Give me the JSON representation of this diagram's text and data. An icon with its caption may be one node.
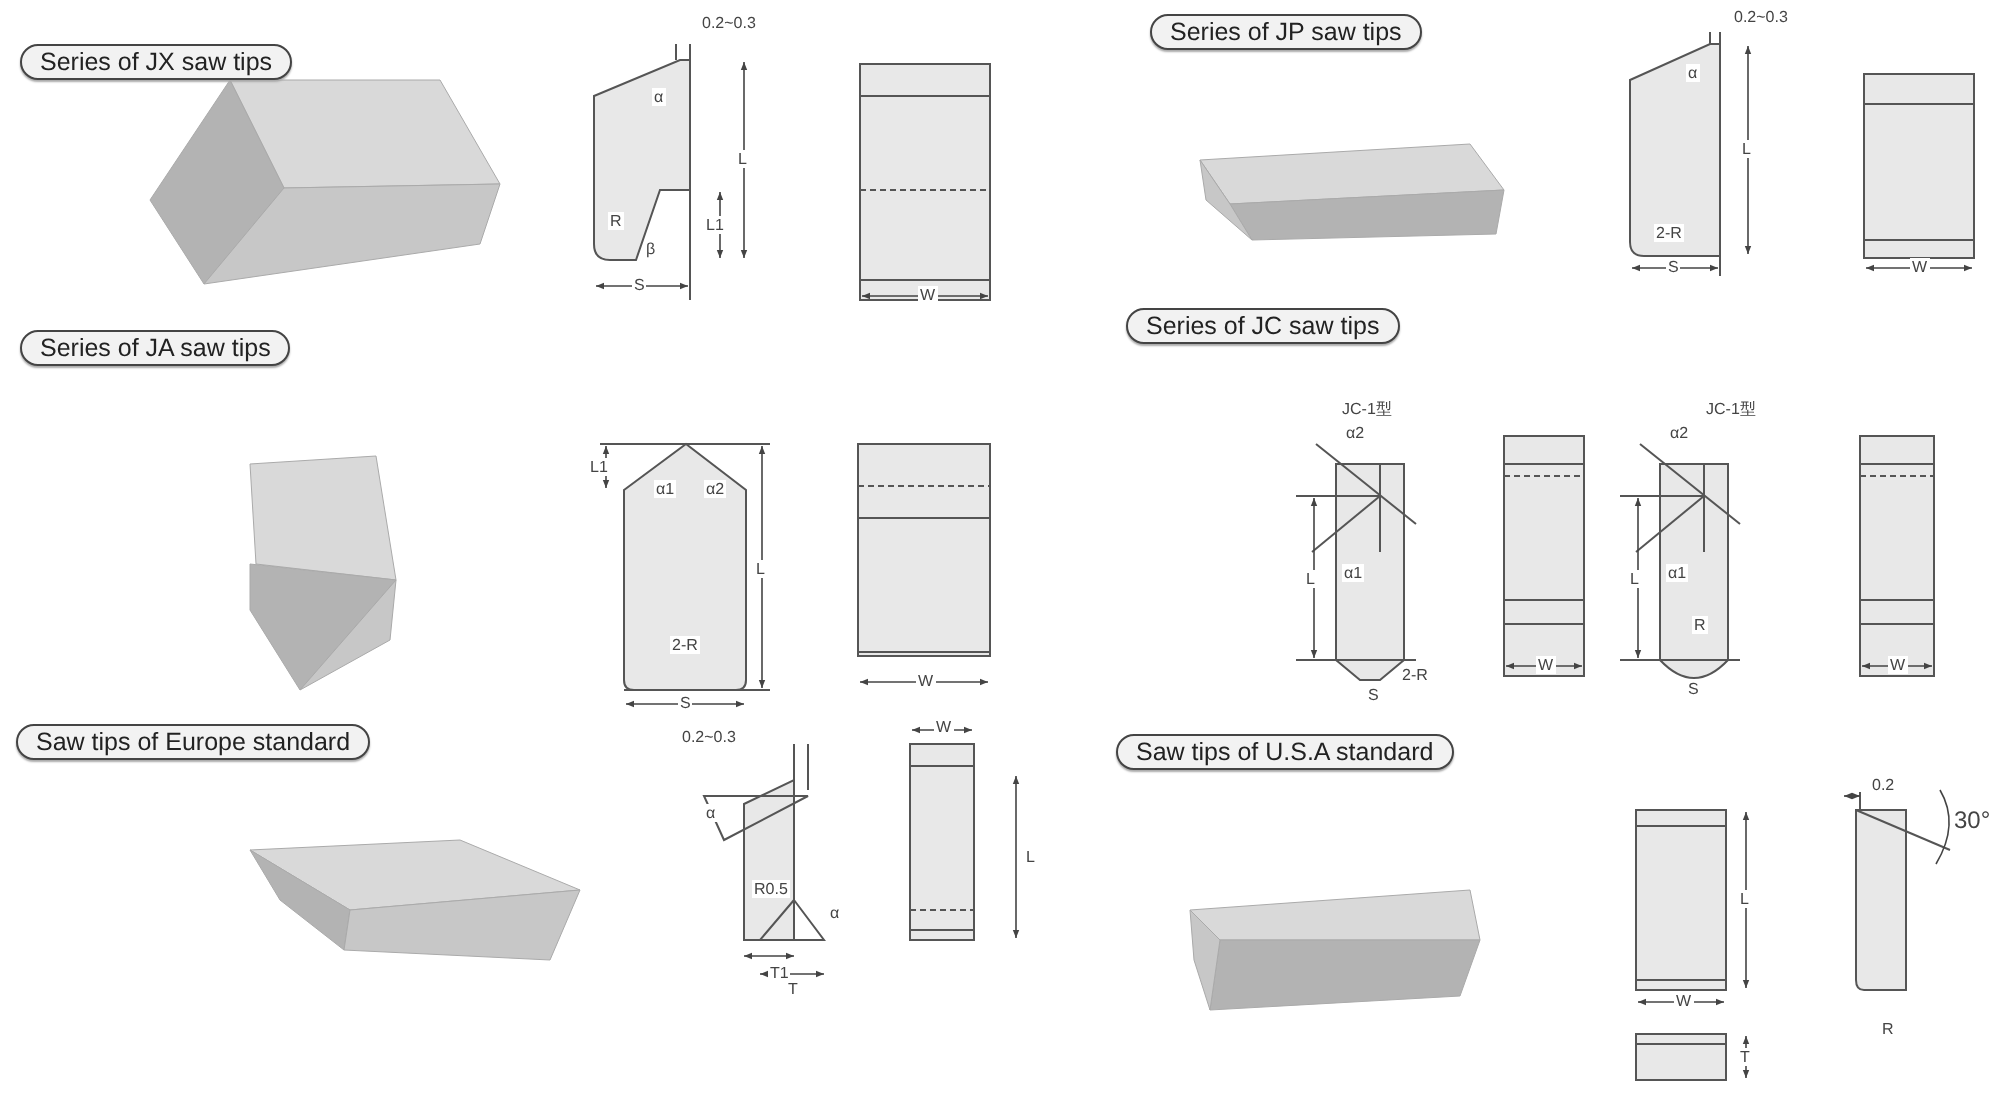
{
  "diagram": {
    "nodes": [
      {
        "text": [
          "Series of JX saw tips"
        ]
      },
      {
        "text": [
          "Series of JP saw tips"
        ]
      },
      {
        "text": [
          "Series of JA saw tips"
        ]
      },
      {
        "text": [
          "Series of JC saw tips"
        ]
      },
      {
        "text": [
          "Saw tips of Europe standard"
        ]
      },
      {
        "text": [
          "Saw tips of U.S.A standard"
        ]
      }
    ],
    "labels": [
      "0.2~0.3",
      "α",
      "L",
      "R",
      "L1",
      "β",
      "S",
      "W",
      "0.2~0.3",
      "α",
      "L",
      "2-R",
      "S",
      "W",
      "L1",
      "α1",
      "α2",
      "L",
      "2-R",
      "S",
      "W",
      "JC-1型",
      "α2",
      "α1",
      "L",
      "S",
      "2-R",
      "W",
      "JC-1型",
      "α2",
      "α1",
      "L",
      "R",
      "S",
      "W",
      "0.2~0.3",
      "α",
      "R0.5",
      "α",
      "T1",
      "T",
      "W",
      "L",
      "L",
      "W",
      "T",
      "0.2",
      "30°",
      "R"
    ]
  }
}
